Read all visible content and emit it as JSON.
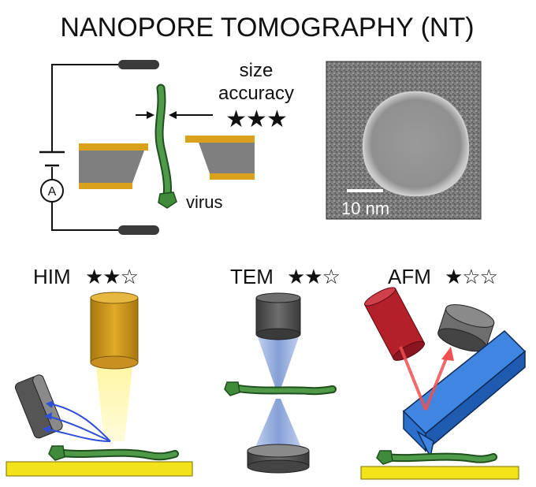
{
  "title": "NANOPORE TOMOGRAPHY (NT)",
  "nt_panel": {
    "annotation_line1": "size",
    "annotation_line2": "accuracy",
    "stars": "★★★",
    "ammeter_symbol": "A",
    "virus_label": "virus",
    "scale_bar_label": "10 nm"
  },
  "techniques": [
    {
      "name": "HIM",
      "stars": "★★☆"
    },
    {
      "name": "TEM",
      "stars": "★★☆"
    },
    {
      "name": "AFM",
      "stars": "★☆☆"
    }
  ],
  "colors": {
    "virus_green": "#3f8b3a",
    "membrane_gold": "#d9a11c",
    "membrane_gray": "#7f7f7f",
    "him_column": "#c8921a",
    "laser_red": "#b3202a",
    "cantilever_blue": "#3f86e0",
    "substrate_yellow": "#f2e21a"
  }
}
